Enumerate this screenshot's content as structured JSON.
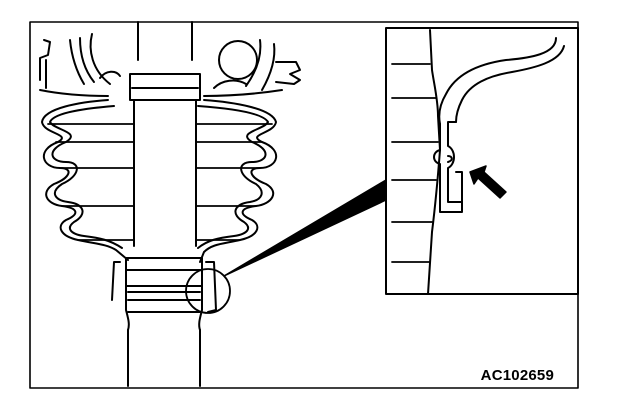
{
  "figure": {
    "reference_code": "AC102659",
    "line_color": "#000000",
    "background_color": "#ffffff",
    "main_view": "drive-shaft-boot-illustration",
    "detail_view": "boot-band-seating-detail",
    "detail_pointer": "arrow-icon"
  }
}
